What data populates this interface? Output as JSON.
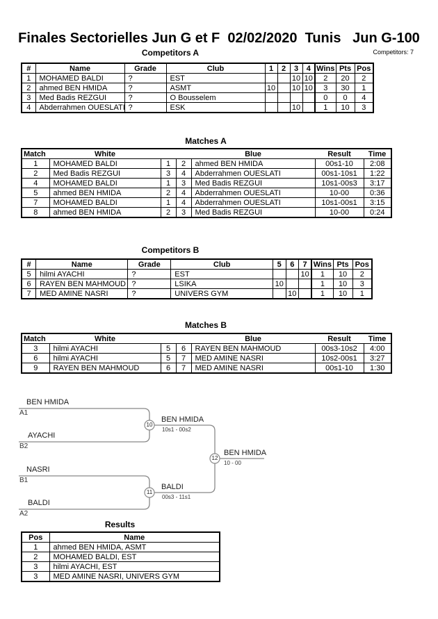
{
  "header": {
    "title": "Finales Sectorielles Jun G et F  02/02/2020  Tunis   Jun G-100",
    "competitors_count_label": "Competitors: 7"
  },
  "competitors_a": {
    "title": "Competitors A",
    "headers": [
      "#",
      "Name",
      "Grade",
      "Club",
      "1",
      "2",
      "3",
      "4",
      "Wins",
      "Pts",
      "Pos"
    ],
    "rows": [
      {
        "num": "1",
        "name": "MOHAMED BALDI",
        "grade": "?",
        "club": "EST",
        "c1": "",
        "c2": "",
        "c3": "10",
        "c4": "10",
        "wins": "2",
        "pts": "20",
        "pos": "2"
      },
      {
        "num": "2",
        "name": "ahmed BEN HMIDA",
        "grade": "?",
        "club": "ASMT",
        "c1": "10",
        "c2": "",
        "c3": "10",
        "c4": "10",
        "wins": "3",
        "pts": "30",
        "pos": "1"
      },
      {
        "num": "3",
        "name": "Med Badis REZGUI",
        "grade": "?",
        "club": "O Bousselem",
        "c1": "",
        "c2": "",
        "c3": "",
        "c4": "",
        "wins": "0",
        "pts": "0",
        "pos": "4"
      },
      {
        "num": "4",
        "name": "Abderrahmen OUESLATI",
        "grade": "?",
        "club": "ESK",
        "c1": "",
        "c2": "",
        "c3": "10",
        "c4": "",
        "wins": "1",
        "pts": "10",
        "pos": "3"
      }
    ]
  },
  "matches_a": {
    "title": "Matches A",
    "headers": [
      "Match",
      "White",
      "Blue",
      "Result",
      "Time"
    ],
    "rows": [
      {
        "match": "1",
        "white": "MOHAMED BALDI",
        "wnum": "1",
        "bnum": "2",
        "blue": "ahmed BEN HMIDA",
        "result": "00s1-10",
        "time": "2:08"
      },
      {
        "match": "2",
        "white": "Med Badis REZGUI",
        "wnum": "3",
        "bnum": "4",
        "blue": "Abderrahmen OUESLATI",
        "result": "00s1-10s1",
        "time": "1:22"
      },
      {
        "match": "4",
        "white": "MOHAMED BALDI",
        "wnum": "1",
        "bnum": "3",
        "blue": "Med Badis REZGUI",
        "result": "10s1-00s3",
        "time": "3:17"
      },
      {
        "match": "5",
        "white": "ahmed BEN HMIDA",
        "wnum": "2",
        "bnum": "4",
        "blue": "Abderrahmen OUESLATI",
        "result": "10-00",
        "time": "0:36"
      },
      {
        "match": "7",
        "white": "MOHAMED BALDI",
        "wnum": "1",
        "bnum": "4",
        "blue": "Abderrahmen OUESLATI",
        "result": "10s1-00s1",
        "time": "3:15"
      },
      {
        "match": "8",
        "white": "ahmed BEN HMIDA",
        "wnum": "2",
        "bnum": "3",
        "blue": "Med Badis REZGUI",
        "result": "10-00",
        "time": "0:24"
      }
    ]
  },
  "competitors_b": {
    "title": "Competitors B",
    "headers": [
      "#",
      "Name",
      "Grade",
      "Club",
      "5",
      "6",
      "7",
      "Wins",
      "Pts",
      "Pos"
    ],
    "rows": [
      {
        "num": "5",
        "name": "hilmi AYACHI",
        "grade": "?",
        "club": "EST",
        "c1": "",
        "c2": "",
        "c3": "10",
        "wins": "1",
        "pts": "10",
        "pos": "2"
      },
      {
        "num": "6",
        "name": "RAYEN BEN MAHMOUD",
        "grade": "?",
        "club": "LSIKA",
        "c1": "10",
        "c2": "",
        "c3": "",
        "wins": "1",
        "pts": "10",
        "pos": "3"
      },
      {
        "num": "7",
        "name": "MED AMINE NASRI",
        "grade": "?",
        "club": "UNIVERS GYM",
        "c1": "",
        "c2": "10",
        "c3": "",
        "wins": "1",
        "pts": "10",
        "pos": "1"
      }
    ]
  },
  "matches_b": {
    "title": "Matches B",
    "headers": [
      "Match",
      "White",
      "Blue",
      "Result",
      "Time"
    ],
    "rows": [
      {
        "match": "3",
        "white": "hilmi AYACHI",
        "wnum": "5",
        "bnum": "6",
        "blue": "RAYEN BEN MAHMOUD",
        "result": "00s3-10s2",
        "time": "4:00"
      },
      {
        "match": "6",
        "white": "hilmi AYACHI",
        "wnum": "5",
        "bnum": "7",
        "blue": "MED AMINE NASRI",
        "result": "10s2-00s1",
        "time": "3:27"
      },
      {
        "match": "9",
        "white": "RAYEN BEN MAHMOUD",
        "wnum": "6",
        "bnum": "7",
        "blue": "MED AMINE NASRI",
        "result": "00s1-10",
        "time": "1:30"
      }
    ]
  },
  "bracket": {
    "semi1": {
      "top_name": "BEN HMIDA",
      "top_seed": "A1",
      "bottom_name": "AYACHI",
      "bottom_seed": "B2",
      "node": "10",
      "winner": "BEN HMIDA",
      "score": "10s1 - 00s2"
    },
    "semi2": {
      "top_name": "NASRI",
      "top_seed": "B1",
      "bottom_name": "BALDI",
      "bottom_seed": "A2",
      "node": "11",
      "winner": "BALDI",
      "score": "00s3 - 11s1"
    },
    "final": {
      "node": "12",
      "winner": "BEN HMIDA",
      "score": "10 - 00"
    }
  },
  "results": {
    "title": "Results",
    "headers": [
      "Pos",
      "Name"
    ],
    "rows": [
      {
        "pos": "1",
        "name": "ahmed BEN HMIDA, ASMT"
      },
      {
        "pos": "2",
        "name": "MOHAMED BALDI, EST"
      },
      {
        "pos": "3",
        "name": "hilmi AYACHI, EST"
      },
      {
        "pos": "3",
        "name": "MED AMINE NASRI, UNIVERS GYM"
      }
    ]
  },
  "colors": {
    "table_border": "#000000",
    "bracket_line": "#888888",
    "background": "#ffffff"
  }
}
